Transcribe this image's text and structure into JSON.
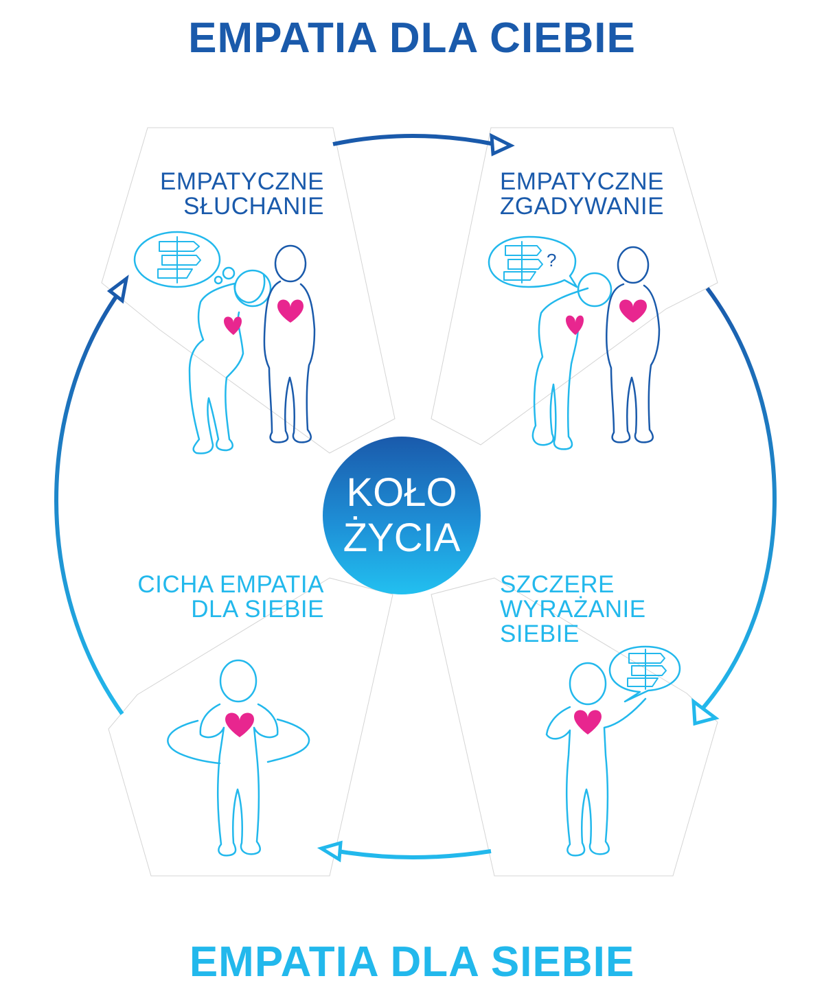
{
  "headings": {
    "top": "EMPATIA DLA CIEBIE",
    "bottom": "EMPATIA DLA SIEBIE"
  },
  "hub": {
    "line1": "KOŁO",
    "line2": "ŻYCIA"
  },
  "quadrants": {
    "top_left": {
      "line1": "EMPATYCZNE",
      "line2": "SŁUCHANIE"
    },
    "top_right": {
      "line1": "EMPATYCZNE",
      "line2": "ZGADYWANIE"
    },
    "bottom_left": {
      "line1": "CICHA EMPATIA",
      "line2": "DLA SIEBIE"
    },
    "bottom_right": {
      "line1": "SZCZERE",
      "line2": "WYRAŻANIE",
      "line3": "SIEBIE"
    }
  },
  "colors": {
    "dark_blue": "#1a5aab",
    "light_blue": "#22b8ec",
    "heart_pink": "#e8268f",
    "hub_gradient_top": "#1a5aab",
    "hub_gradient_bottom": "#22c0f0"
  },
  "icons": [
    "signpost-icon",
    "heart-icon",
    "question-mark-icon",
    "cycle-arrow-icon"
  ]
}
